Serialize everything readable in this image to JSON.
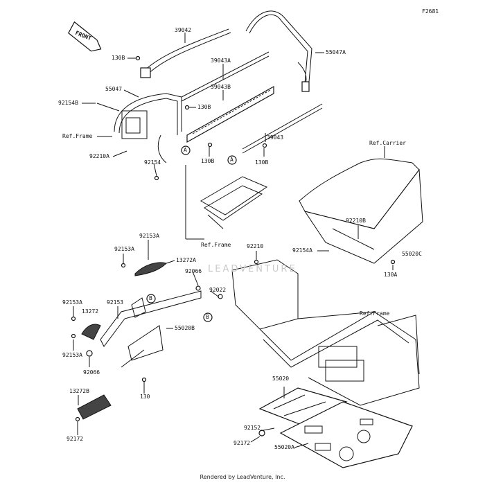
{
  "diagram_code": "F2681",
  "front_label": "FRONT",
  "watermark": "LEADVENTURE",
  "footer": "Rendered by LeadVenture, Inc.",
  "callouts": {
    "A": "A",
    "B": "B"
  },
  "labels": {
    "p39042": "39042",
    "p130B_1": "130B",
    "p39043A": "39043A",
    "p55047A": "55047A",
    "p55047": "55047",
    "p39043B": "39043B",
    "p92154B": "92154B",
    "p130B_2": "130B",
    "refframe_1": "Ref.Frame",
    "p92210A": "92210A",
    "p92154": "92154",
    "p130B_3": "130B",
    "p39043": "39043",
    "p130B_4": "130B",
    "refcarrier": "Ref.Carrier",
    "p92210B": "92210B",
    "p92154A_r": "92154A",
    "p55020C": "55020C",
    "p130A": "130A",
    "refframe_2": "Ref.Frame",
    "p92210": "92210",
    "p92153A_1": "92153A",
    "p92153A_2": "92153A",
    "p13272A": "13272A",
    "p92066_1": "92066",
    "p92022": "92022",
    "p92153A_3": "92153A",
    "p92153": "92153",
    "p13272": "13272",
    "p55020B": "55020B",
    "p92153A_4": "92153A",
    "p92066_2": "92066",
    "refframe_3": "Ref.Frame",
    "p55020": "55020",
    "p130": "130",
    "p13272B": "13272B",
    "p92152": "92152",
    "p92172_1": "92172",
    "p92172_2": "92172",
    "p55020A": "55020A"
  }
}
